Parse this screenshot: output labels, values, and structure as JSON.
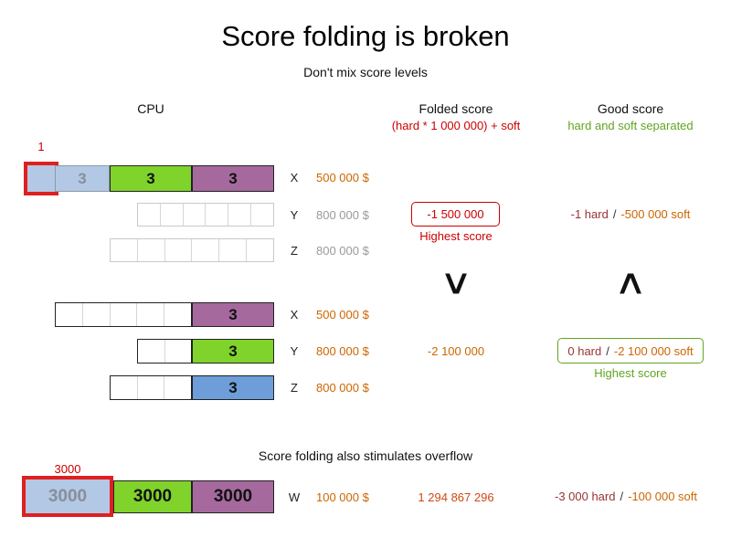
{
  "title": "Score folding is broken",
  "subtitle": "Don't mix score levels",
  "overflow_subtitle": "Score folding also stimulates overflow",
  "headers": {
    "cpu": "CPU",
    "folded": "Folded score",
    "folded_sub": "(hard * 1 000 000) + soft",
    "good": "Good score",
    "good_sub": "hard and soft separated"
  },
  "comparison": {
    "folded": "∨",
    "good": "∧"
  },
  "scenario1": {
    "x": {
      "label": "X",
      "cost": "500 000 $",
      "overflow_label": "1",
      "cell_blue": "3",
      "cell_green": "3",
      "cell_purple": "3"
    },
    "y": {
      "label": "Y",
      "cost": "800 000 $",
      "folded_score": "-1 500 000",
      "folded_note": "Highest score",
      "good_hard": "-1 hard",
      "good_sep": "/",
      "good_soft": "-500 000 soft"
    },
    "z": {
      "label": "Z",
      "cost": "800 000 $"
    }
  },
  "scenario2": {
    "x": {
      "label": "X",
      "cost": "500 000 $",
      "cell_purple": "3"
    },
    "y": {
      "label": "Y",
      "cost": "800 000 $",
      "cell_green": "3",
      "folded_score": "-2 100 000",
      "good_hard": "0 hard",
      "good_sep": "/",
      "good_soft": "-2 100 000 soft",
      "good_note": "Highest score"
    },
    "z": {
      "label": "Z",
      "cost": "800 000 $",
      "cell_blue": "3"
    }
  },
  "scenario3": {
    "w": {
      "label": "W",
      "cost": "100 000 $",
      "overflow_label": "3000",
      "cell_blue": "3000",
      "cell_green": "3000",
      "cell_purple": "3000",
      "folded_score": "1 294 867 296",
      "good_hard": "-3 000 hard",
      "good_sep": "/",
      "good_soft": "-100 000 soft"
    }
  },
  "colors": {
    "task_blue_light": "#b3c8e4",
    "task_green": "#7fd32a",
    "task_purple": "#a5699e",
    "task_blue": "#6d9ed9",
    "highlight_red": "#e01f1f",
    "score_red": "#cc0000",
    "hard_score_maroon": "#993333",
    "soft_score_orange": "#cc6600",
    "good_green": "#61a521",
    "muted_gray": "#999999"
  }
}
